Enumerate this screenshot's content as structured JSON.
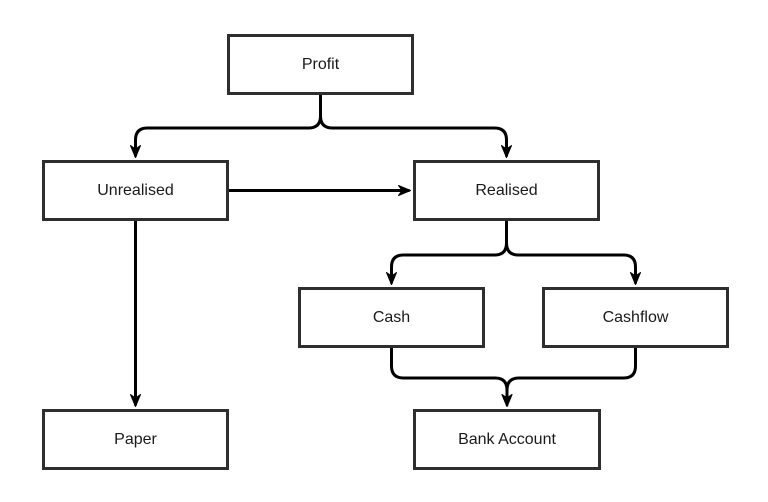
{
  "diagram": {
    "type": "flowchart",
    "colors": {
      "background": "#ffffff",
      "connector_line": "#000000",
      "box_border": "#2e2e2e",
      "box_fill": "#ffffff",
      "text": "#1a1a1a"
    },
    "nodes": {
      "profit": {
        "label": "Profit"
      },
      "unrealised": {
        "label": "Unrealised"
      },
      "realised": {
        "label": "Realised"
      },
      "cash": {
        "label": "Cash"
      },
      "cashflow": {
        "label": "Cashflow"
      },
      "paper": {
        "label": "Paper"
      },
      "bank_account": {
        "label": "Bank Account"
      }
    },
    "edges": [
      {
        "from": "Profit",
        "to": "Unrealised",
        "arrow": "end"
      },
      {
        "from": "Profit",
        "to": "Realised",
        "arrow": "end"
      },
      {
        "from": "Unrealised",
        "to": "Realised",
        "arrow": "end"
      },
      {
        "from": "Unrealised",
        "to": "Paper",
        "arrow": "end"
      },
      {
        "from": "Realised",
        "to": "Cash",
        "arrow": "end"
      },
      {
        "from": "Realised",
        "to": "Cashflow",
        "arrow": "end"
      },
      {
        "from": "Cash",
        "to": "Bank Account",
        "arrow": "end"
      },
      {
        "from": "Cashflow",
        "to": "Bank Account",
        "arrow": "end"
      }
    ]
  }
}
